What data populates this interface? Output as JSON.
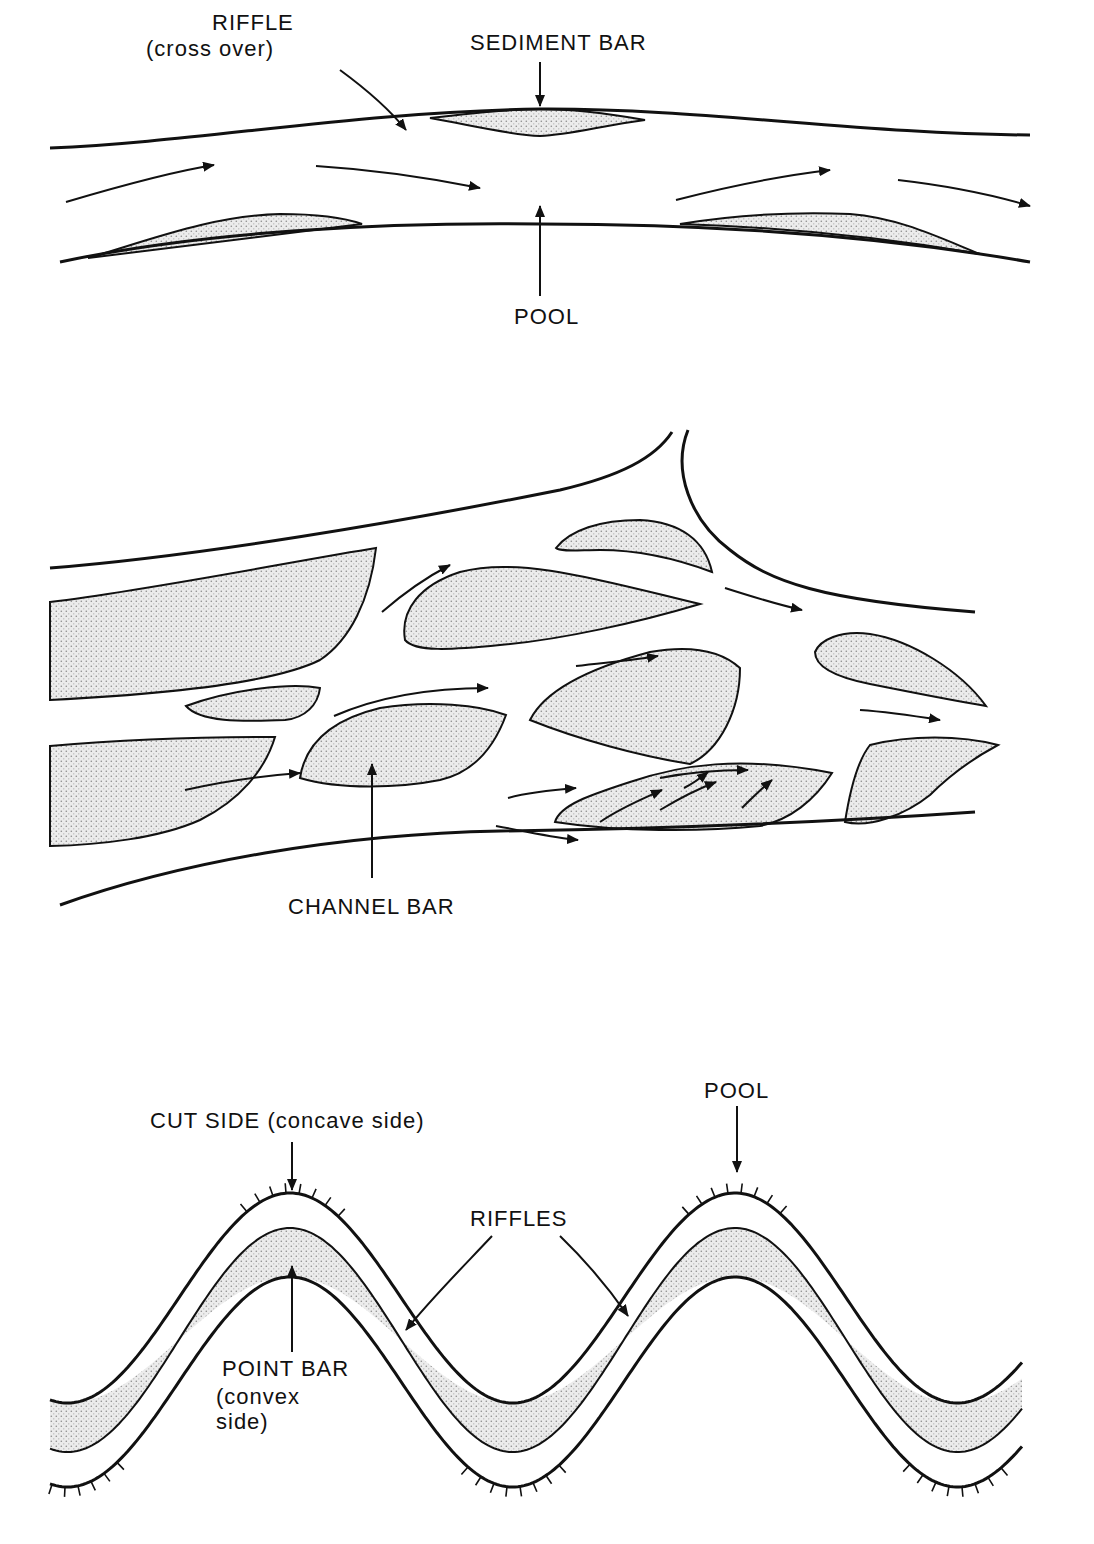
{
  "diagram": {
    "labels": [
      "RIFFLE",
      "(cross over)",
      "SEDIMENT BAR",
      "POOL",
      "CHANNEL BAR",
      "CUT SIDE (concave side)",
      "POOL",
      "RIFFLES",
      "POINT BAR",
      "(convex side)"
    ]
  }
}
